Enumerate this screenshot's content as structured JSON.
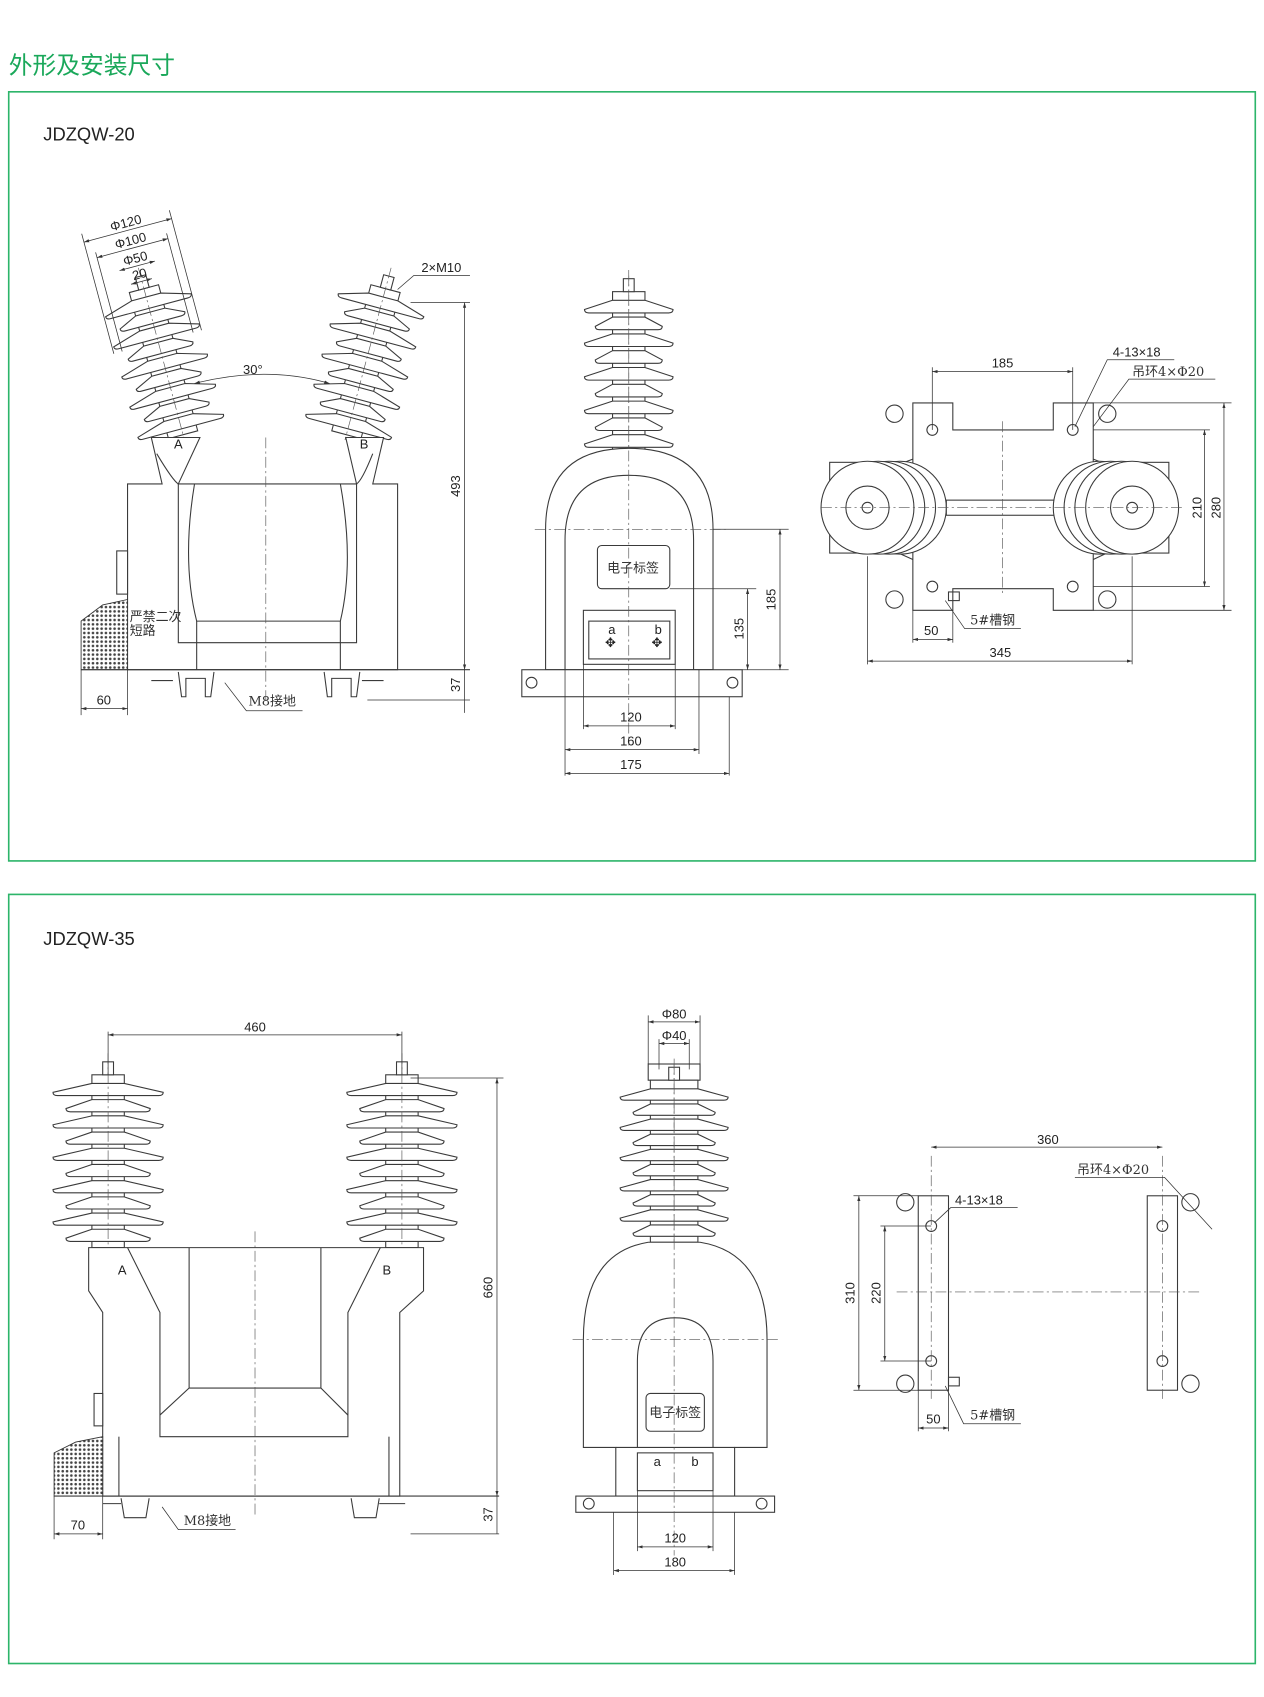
{
  "section_title": "外形及安装尺寸",
  "colors": {
    "accent": "#1aa85a",
    "frame": "#2db56a",
    "line": "#3a3a3a"
  },
  "m20": {
    "name": "JDZQW-20",
    "phi120": "Φ120",
    "phi100": "Φ100",
    "phi50": "Φ50",
    "d20": "20",
    "bolt": "2×M10",
    "angle": "30°",
    "phase_a": "A",
    "phase_b": "B",
    "h493": "493",
    "h37": "37",
    "w60": "60",
    "warning_1": "严禁二次",
    "warning_2": "短路",
    "ground": "M8接地",
    "label_plate": "电子标签",
    "term_a": "a",
    "term_b": "b",
    "h135": "135",
    "h185": "185",
    "w120": "120",
    "w160": "160",
    "w175": "175",
    "plan_w185": "185",
    "holes": "4-13×18",
    "lifting": "吊环4×Φ20",
    "h210": "210",
    "h280": "280",
    "w50": "50",
    "channel": "5#槽钢",
    "w345": "345"
  },
  "m35": {
    "name": "JDZQW-35",
    "w460": "460",
    "h660": "660",
    "h37": "37",
    "w70": "70",
    "phase_a": "A",
    "phase_b": "B",
    "ground": "M8接地",
    "phi80": "Φ80",
    "phi40": "Φ40",
    "label_plate": "电子标签",
    "term_a": "a",
    "term_b": "b",
    "w120": "120",
    "w180": "180",
    "w360": "360",
    "lifting": "吊环4×Φ20",
    "holes": "4-13×18",
    "h310": "310",
    "h220": "220",
    "w50": "50",
    "channel": "5#槽钢"
  }
}
